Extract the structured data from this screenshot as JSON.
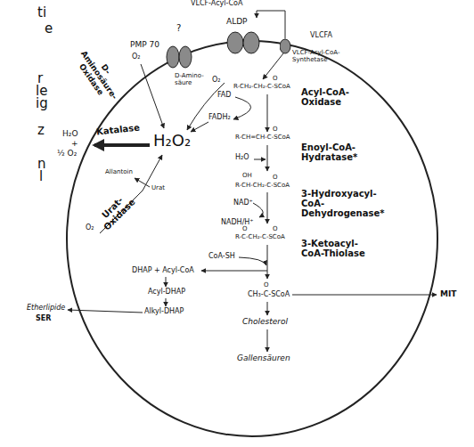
{
  "diagram": {
    "nodes": [
      {
        "text": [
          "?",
          "PMP 70"
        ]
      },
      {
        "text": [
          "ALDP"
        ]
      },
      {
        "text": [
          "VLCF-Acyl-CoA-Synthetase"
        ]
      }
    ],
    "edges": [
      {
        "from": 2,
        "to": 1,
        "arrow": "to"
      }
    ],
    "labels": [
      "ti",
      "e",
      "r",
      "le",
      "ig",
      "z",
      "n",
      "l",
      "VLCF-Acyl-CoA",
      "VLCFA",
      "D-Aminosäure-Oxidase",
      "O₂",
      "D-Amino-säure",
      "O₂",
      "FAD",
      "FADH₂",
      "O",
      "R-CH₂-CH₂-C-SCoA",
      "Acyl-CoA-Oxidase",
      "H₂O₂",
      "Katalase",
      "H₂O",
      "+",
      "½ O₂",
      "O",
      "R-CH=CH-C-SCoA",
      "H₂O",
      "Enoyl-CoA-Hydratase*",
      "Allantoin",
      "Urat",
      "Urat-Oxidase",
      "O₂",
      "OH",
      "O",
      "R-CH-CH₂-C-SCoA",
      "NAD⁺",
      "NADH/H⁺",
      "3-Hydroxyacyl-CoA-Dehydrogenase*",
      "O",
      "O",
      "R-C-CH₂-C-SCoA",
      "CoA-SH",
      "3-Ketoacyl-CoA-Thiolase",
      "DHAP + Acyl-CoA",
      "O",
      "CH₃-C-SCoA",
      "MIT",
      "Acyl-DHAP",
      "Etherlipide",
      "Alkyl-DHAP",
      "SER",
      "Cholesterol",
      "Gallensäuren"
    ]
  }
}
